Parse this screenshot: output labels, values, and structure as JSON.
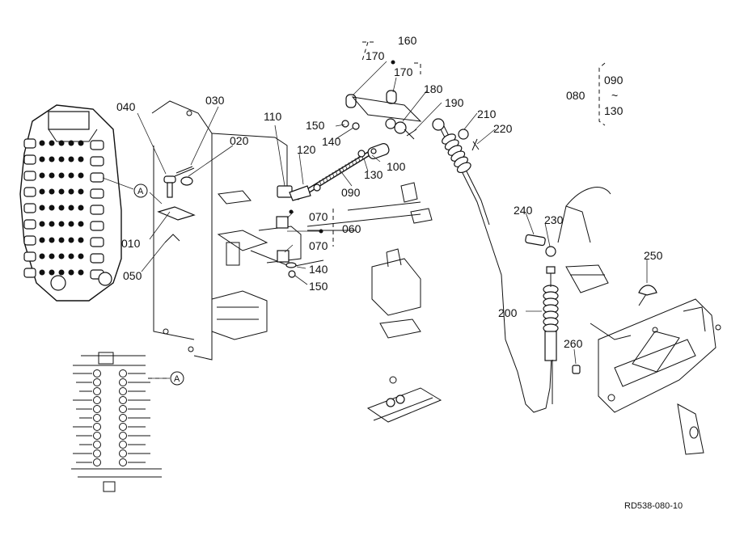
{
  "diagram": {
    "drawing_code": "RD538-080-10",
    "callout_marker": "A",
    "labels": {
      "p010": "010",
      "p020": "020",
      "p030": "030",
      "p040": "040",
      "p050": "050",
      "p060": "060",
      "p070a": "070",
      "p070b": "070",
      "p080": "080",
      "p090": "090",
      "p090r": "090",
      "p100": "100",
      "p110": "110",
      "p120": "120",
      "p130": "130",
      "p130r": "130",
      "p140a": "140",
      "p140b": "140",
      "p150a": "150",
      "p150b": "150",
      "p160": "160",
      "p170a": "170",
      "p170b": "170",
      "p180": "180",
      "p190": "190",
      "p200": "200",
      "p210": "210",
      "p220": "220",
      "p230": "230",
      "p240": "240",
      "p250": "250",
      "p260": "260",
      "range_tilde": "~"
    }
  }
}
